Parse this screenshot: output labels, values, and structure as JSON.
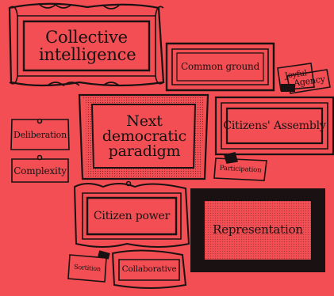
{
  "background": "#F24E54",
  "ink": "#1a1212",
  "frames": {
    "collective": "Collective intelligence",
    "common_ground": "Common ground",
    "joyful": "Joyful",
    "agency": "Agency",
    "deliberation": "Deliberation",
    "complexity": "Complexity",
    "next_paradigm": "Next democratic paradigm",
    "citizens_assembly": "Citizens' Assembly",
    "participation": "Participation",
    "citizen_power": "Citizen power",
    "representation": "Representation",
    "sortition": "Sortition",
    "collaborative": "Collaborative"
  }
}
